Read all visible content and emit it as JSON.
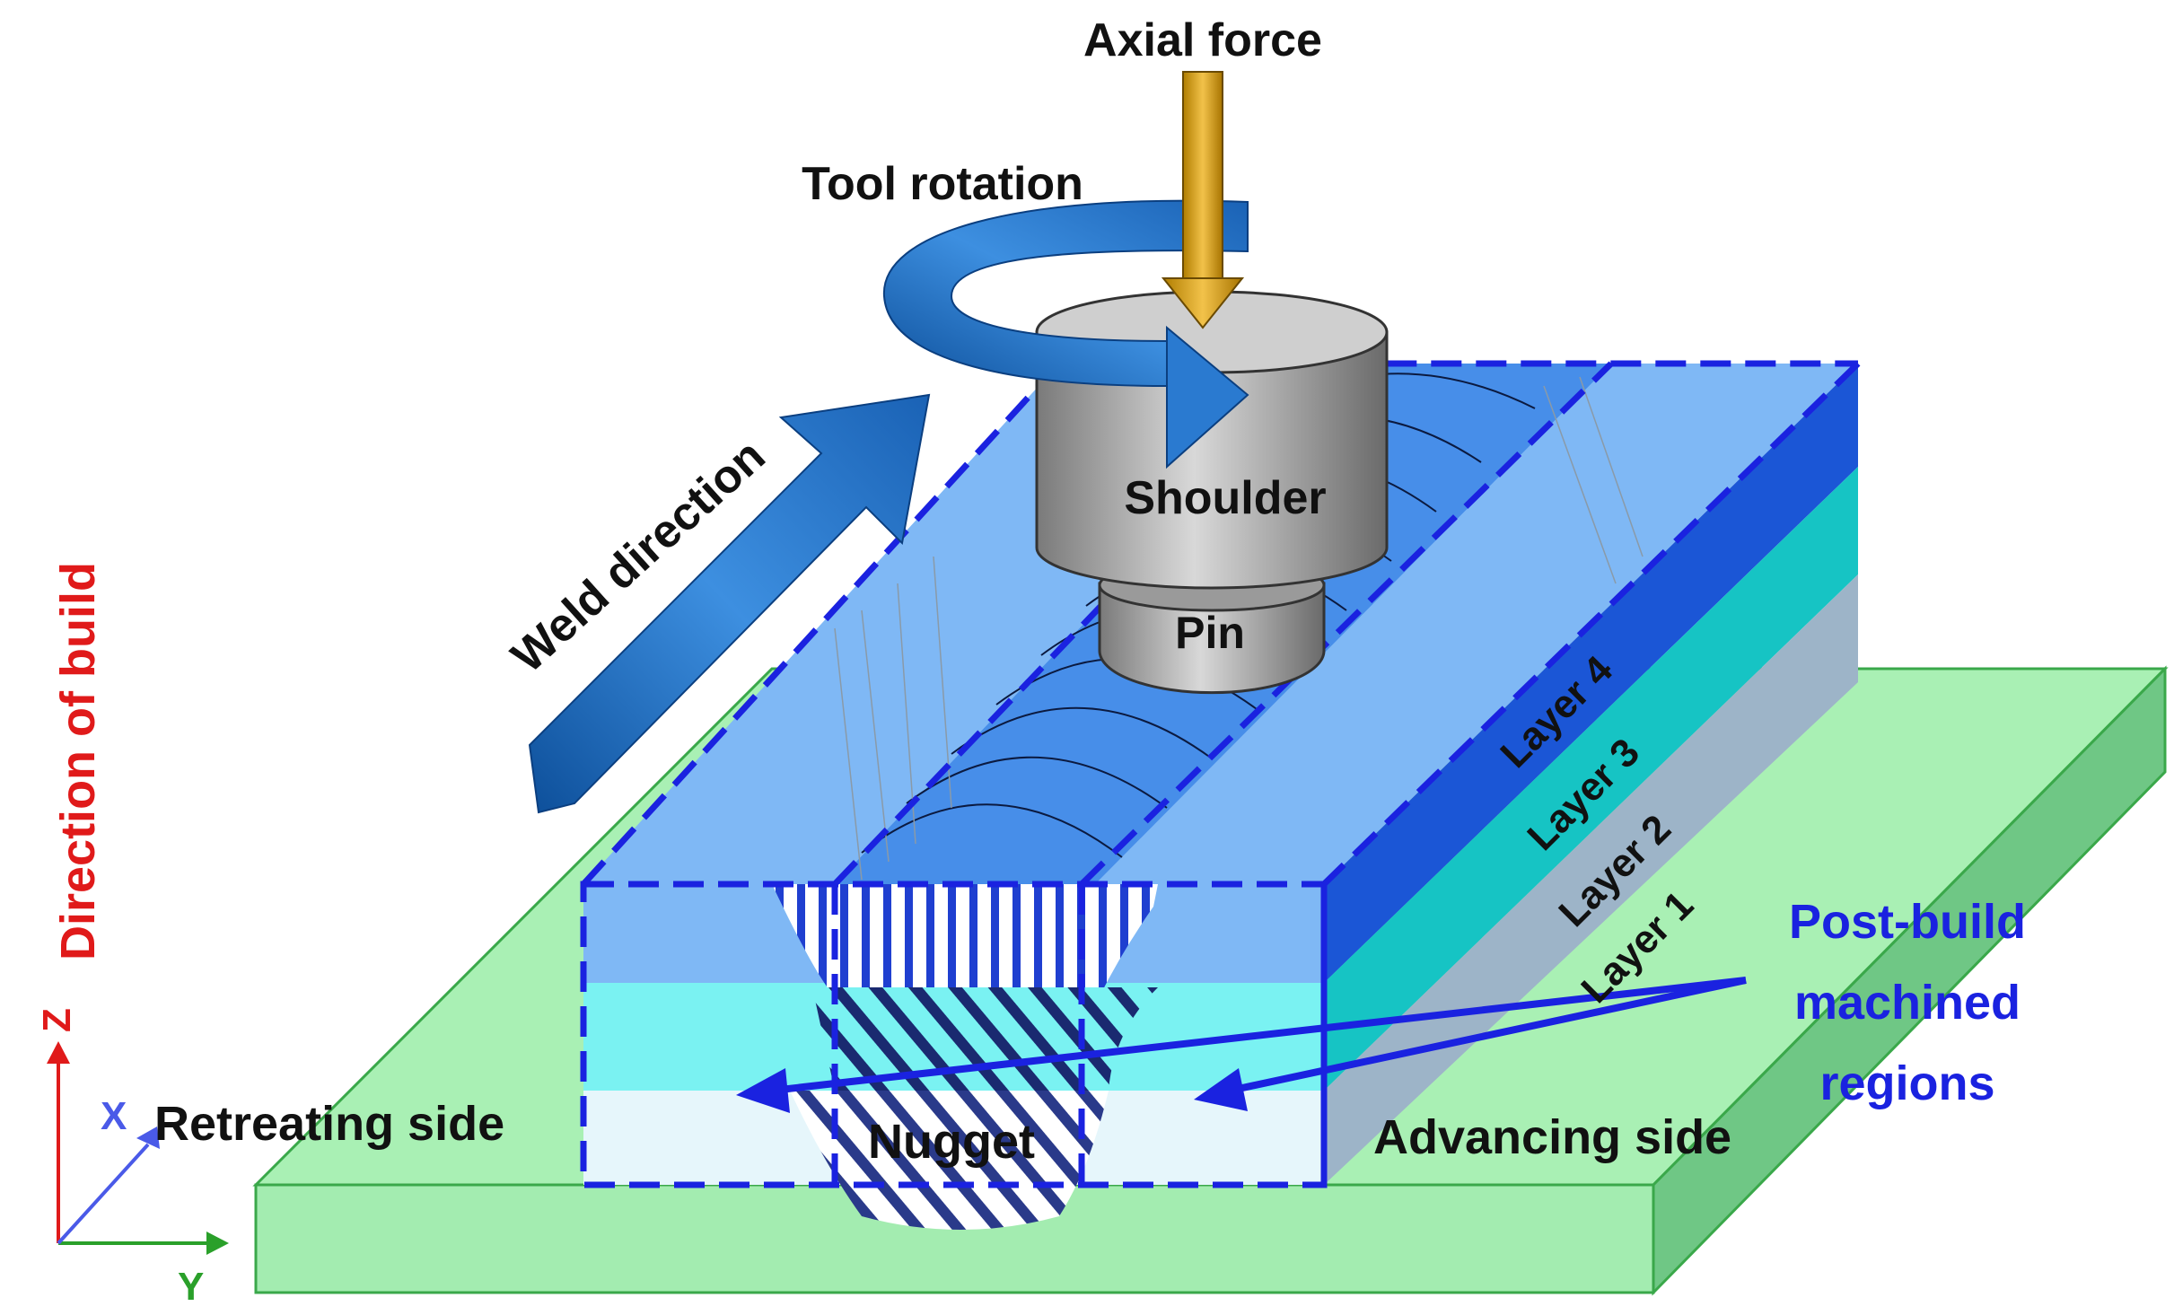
{
  "labels": {
    "axial_force": "Axial force",
    "tool_rotation": "Tool rotation",
    "weld_direction": "Weld direction",
    "shoulder": "Shoulder",
    "pin": "Pin",
    "layer4": "Layer 4",
    "layer3": "Layer 3",
    "layer2": "Layer 2",
    "layer1": "Layer 1",
    "post_build_line1": "Post-build",
    "post_build_line2": "machined",
    "post_build_line3": "regions",
    "retreating_side": "Retreating side",
    "advancing_side": "Advancing side",
    "nugget": "Nugget",
    "direction_of_build": "Direction of build",
    "axis_z": "Z",
    "axis_x": "X",
    "axis_y": "Y"
  },
  "colors": {
    "substrate": "#a9f0b4",
    "layer4": "#7fb8f5",
    "layer3": "#7af2f2",
    "layer2": "#e6f6fb",
    "layer4_side": "#1b56d6",
    "layer3_side": "#16c4c4",
    "layer2_side": "#9db4c8",
    "dashed_outline": "#1a22e0",
    "post_build_text": "#1a22e0",
    "direction_text": "#e01a1a",
    "axial_arrow": "#d7a010",
    "rotation_arrow": "#1f6fc0"
  }
}
